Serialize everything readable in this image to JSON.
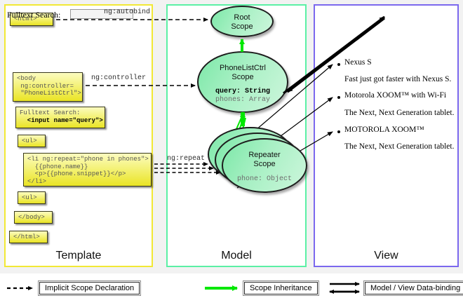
{
  "columns": [
    {
      "key": "template",
      "label": "Template",
      "border": "#f2e835"
    },
    {
      "key": "model",
      "label": "Model",
      "border": "#5bf0a5"
    },
    {
      "key": "view",
      "label": "View",
      "border": "#7b68ee"
    }
  ],
  "template": {
    "boxes": [
      {
        "id": "html-open",
        "text": "<html>"
      },
      {
        "id": "body-open",
        "text": "<body\n ng:controller=\n \"PhoneListCtrl\">"
      },
      {
        "id": "fulltext",
        "gray": "Fulltext Search:",
        "bold": "  <input name=\"query\">"
      },
      {
        "id": "ul-open",
        "text": "<ul>"
      },
      {
        "id": "li-repeat",
        "text": "<li ng:repeat=\"phone in phones\">\n  {{phone.name}}\n  <p>{{phone.snippet}}</p>\n</li>"
      },
      {
        "id": "ul-close",
        "text": "<ul>"
      },
      {
        "id": "body-close",
        "text": "</body>"
      },
      {
        "id": "html-close",
        "text": "</html>"
      }
    ]
  },
  "model": {
    "root_scope": {
      "title": "Root\nScope"
    },
    "phonelist_scope": {
      "title": "PhoneListCtrl\nScope",
      "prop_bold": "query: String",
      "prop_gray": "phones: Array"
    },
    "repeater_scope": {
      "title": "Repeater\nScope",
      "prop_gray": "phone: Object"
    }
  },
  "view": {
    "search_label": "Fulltext Search:",
    "search_value": "",
    "items": [
      {
        "name": "Nexus S",
        "snippet": "Fast just got faster with Nexus S."
      },
      {
        "name": "Motorola XOOM™  with Wi-Fi",
        "snippet": "The Next, Next Generation tablet."
      },
      {
        "name": "MOTOROLA XOOM™",
        "snippet": "The Next, Next Generation tablet."
      }
    ]
  },
  "edge_labels": {
    "autobind": "ng:autobind",
    "controller": "ng:controller",
    "repeat": "ng:repeat"
  },
  "legend": [
    {
      "id": "implicit",
      "label": "Implicit Scope Declaration",
      "style": "dashed-arrow",
      "color": "#000000"
    },
    {
      "id": "inheritance",
      "label": "Scope Inheritance",
      "style": "solid-arrow",
      "color": "#00e800"
    },
    {
      "id": "databinding",
      "label": "Model / View Data-binding",
      "style": "double-arrow",
      "color": "#000000"
    }
  ]
}
